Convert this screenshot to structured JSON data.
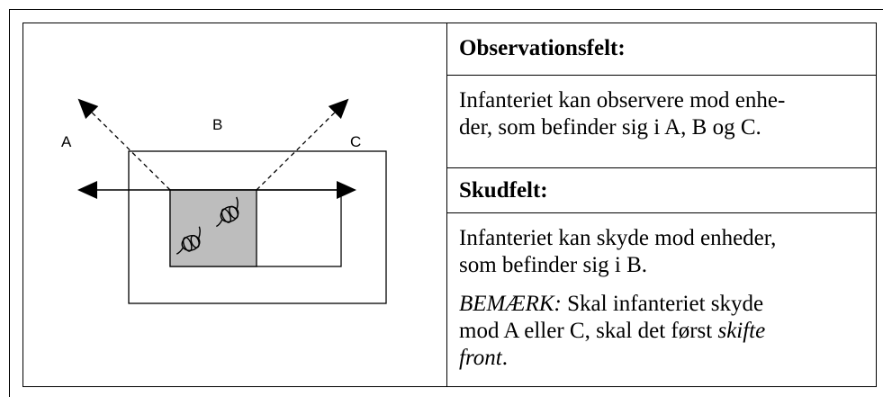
{
  "diagram": {
    "labels": {
      "a": "A",
      "b": "B",
      "c": "C"
    }
  },
  "observation": {
    "heading": "Observationsfelt:",
    "text_line1": "Infanteriet kan observere mod enhe-",
    "text_line2": "der, som befinder sig i A, B og C."
  },
  "fire": {
    "heading": "Skudfelt:",
    "text_line1": "Infanteriet kan skyde mod enheder,",
    "text_line2": "som befinder sig i B.",
    "note_label": "BEMÆRK:",
    "note_line1_rest": " Skal infanteriet skyde",
    "note_line2_start": "mod A eller C, skal det først ",
    "note_line2_em": "skifte",
    "note_line3_em": "front",
    "note_line3_rest": "."
  }
}
